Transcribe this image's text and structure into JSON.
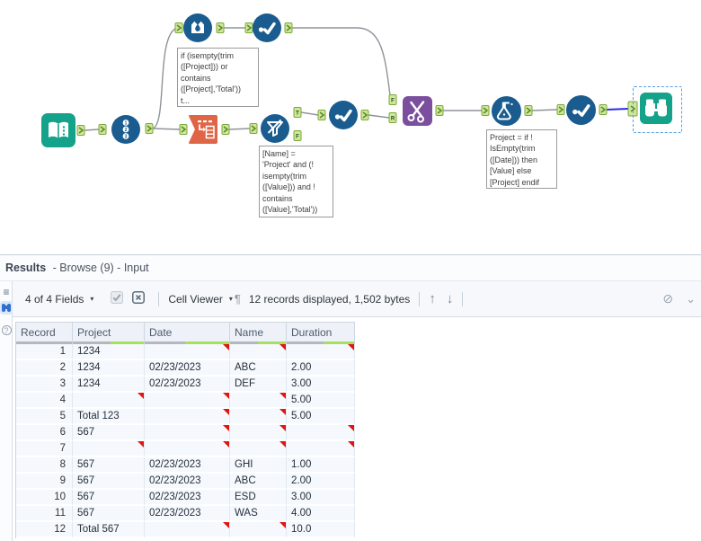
{
  "workflow": {
    "tools": [
      {
        "name": "input-data-tool",
        "icon": "book-icon",
        "color": "#14a28b"
      },
      {
        "name": "record-id-tool",
        "icon": "numbered-list-icon",
        "color": "#1a5c8f"
      },
      {
        "name": "data-cleansing-tool",
        "icon": "crown-droplet-icon",
        "color": "#1a5c8f"
      },
      {
        "name": "select-tool-1",
        "icon": "dot-check-icon",
        "color": "#1a5c8f"
      },
      {
        "name": "text-to-columns-tool",
        "icon": "split-columns-icon",
        "color": "#df6547"
      },
      {
        "name": "filter-tool",
        "icon": "funnel-icon",
        "color": "#1a5c8f"
      },
      {
        "name": "select-tool-2",
        "icon": "dot-check-icon",
        "color": "#1a5c8f"
      },
      {
        "name": "scissors-macro-tool",
        "icon": "scissors-icon",
        "color": "#7b4f9e"
      },
      {
        "name": "formula-tool",
        "icon": "flask-icon",
        "color": "#1a5c8f"
      },
      {
        "name": "select-tool-3",
        "icon": "dot-check-icon",
        "color": "#1a5c8f"
      },
      {
        "name": "browse-tool",
        "icon": "binoculars-icon",
        "color": "#14a28b",
        "selected": true
      }
    ],
    "anchor_labels": {
      "filter_true": "T",
      "filter_false": "F",
      "scissors_top": "F",
      "scissors_bottom": "R"
    },
    "annotations": [
      {
        "text": "if (isempty(trim\n([Project])) or\ncontains\n([Project],'Total'))\nt..."
      },
      {
        "text": "[Name] =\n'Project' and (!\nisempty(trim\n([Value])) and !\ncontains\n([Value],'Total'))"
      },
      {
        "text": "Project = if !\nIsEmpty(trim\n([Date])) then\n[Value] else\n[Project] endif"
      }
    ],
    "colors": {
      "tool_blue": "#1a5c8f",
      "teal": "#14a28b",
      "orange": "#df6547",
      "purple": "#7b4f9e",
      "anchor_green": "#cfe79b",
      "wire_gray": "#8f9399",
      "selected_wire_blue": "#2a2ee0"
    }
  },
  "results": {
    "title_bold": "Results",
    "title_context": "- Browse (9) - Input",
    "toolbar": {
      "fields_dropdown": "4 of 4 Fields",
      "cell_viewer": "Cell Viewer",
      "records_info": "12 records displayed, 1,502 bytes",
      "glyphs": {
        "menu": "≡",
        "caret": "▾",
        "pilcrow": "¶",
        "up": "↑",
        "down": "↓",
        "no_symbol": "⊘",
        "chevron": "⌄",
        "help": "?"
      }
    },
    "table": {
      "columns": [
        "Record",
        "Project",
        "Date",
        "Name",
        "Duration"
      ],
      "quality_bars": [
        [
          1,
          0
        ],
        [
          0.53,
          0.47
        ],
        [
          0.48,
          0.52
        ],
        [
          0.5,
          0.5
        ],
        [
          0.55,
          0.45
        ]
      ],
      "null_marker_color": "#e31410",
      "rows": [
        {
          "record": "1",
          "project": "1234",
          "date": "",
          "name": "",
          "duration": "",
          "nulls": [
            "date",
            "name",
            "duration"
          ]
        },
        {
          "record": "2",
          "project": "1234",
          "date": "02/23/2023",
          "name": "ABC",
          "duration": "2.00",
          "nulls": []
        },
        {
          "record": "3",
          "project": "1234",
          "date": "02/23/2023",
          "name": "DEF",
          "duration": "3.00",
          "nulls": []
        },
        {
          "record": "4",
          "project": "",
          "date": "",
          "name": "",
          "duration": "5.00",
          "nulls": [
            "project",
            "date",
            "name"
          ]
        },
        {
          "record": "5",
          "project": "Total 123",
          "date": "",
          "name": "",
          "duration": "5.00",
          "nulls": [
            "date",
            "name"
          ]
        },
        {
          "record": "6",
          "project": "567",
          "date": "",
          "name": "",
          "duration": "",
          "nulls": [
            "date",
            "name",
            "duration"
          ]
        },
        {
          "record": "7",
          "project": "",
          "date": "",
          "name": "",
          "duration": "",
          "nulls": [
            "project",
            "date",
            "name",
            "duration"
          ]
        },
        {
          "record": "8",
          "project": "567",
          "date": "02/23/2023",
          "name": "GHI",
          "duration": "1.00",
          "nulls": []
        },
        {
          "record": "9",
          "project": "567",
          "date": "02/23/2023",
          "name": "ABC",
          "duration": "2.00",
          "nulls": []
        },
        {
          "record": "10",
          "project": "567",
          "date": "02/23/2023",
          "name": "ESD",
          "duration": "3.00",
          "nulls": []
        },
        {
          "record": "11",
          "project": "567",
          "date": "02/23/2023",
          "name": "WAS",
          "duration": "4.00",
          "nulls": []
        },
        {
          "record": "12",
          "project": "Total 567",
          "date": "",
          "name": "",
          "duration": "10.0",
          "nulls": [
            "date",
            "name"
          ]
        }
      ]
    }
  }
}
